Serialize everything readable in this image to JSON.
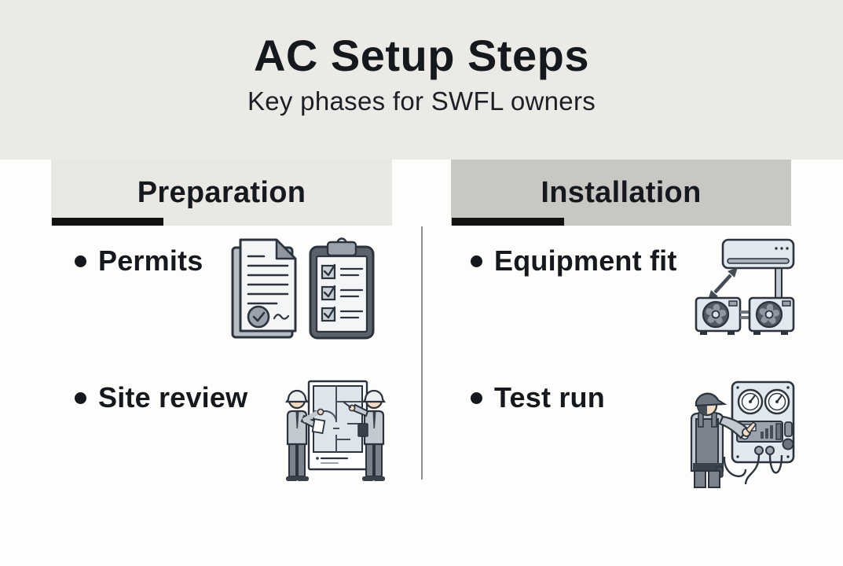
{
  "header": {
    "title": "AC Setup Steps",
    "subtitle": "Key phases for SWFL owners"
  },
  "columns": [
    {
      "title": "Preparation",
      "items": [
        {
          "label": "Permits",
          "icon": "permit-documents-icon"
        },
        {
          "label": "Site review",
          "icon": "site-review-workers-icon"
        }
      ]
    },
    {
      "title": "Installation",
      "items": [
        {
          "label": "Equipment fit",
          "icon": "ac-indoor-outdoor-units-icon"
        },
        {
          "label": "Test run",
          "icon": "technician-gauge-panel-icon"
        }
      ]
    }
  ],
  "colors": {
    "band_bg": "#ECEAE7",
    "prep_header_bg": "#EAE8E5",
    "install_header_bg": "#C8C7C4",
    "text_color": "#15181C",
    "underline_color": "#121212",
    "divider_color": "#8F8F8F",
    "page_bg": "#FDFDFC"
  }
}
